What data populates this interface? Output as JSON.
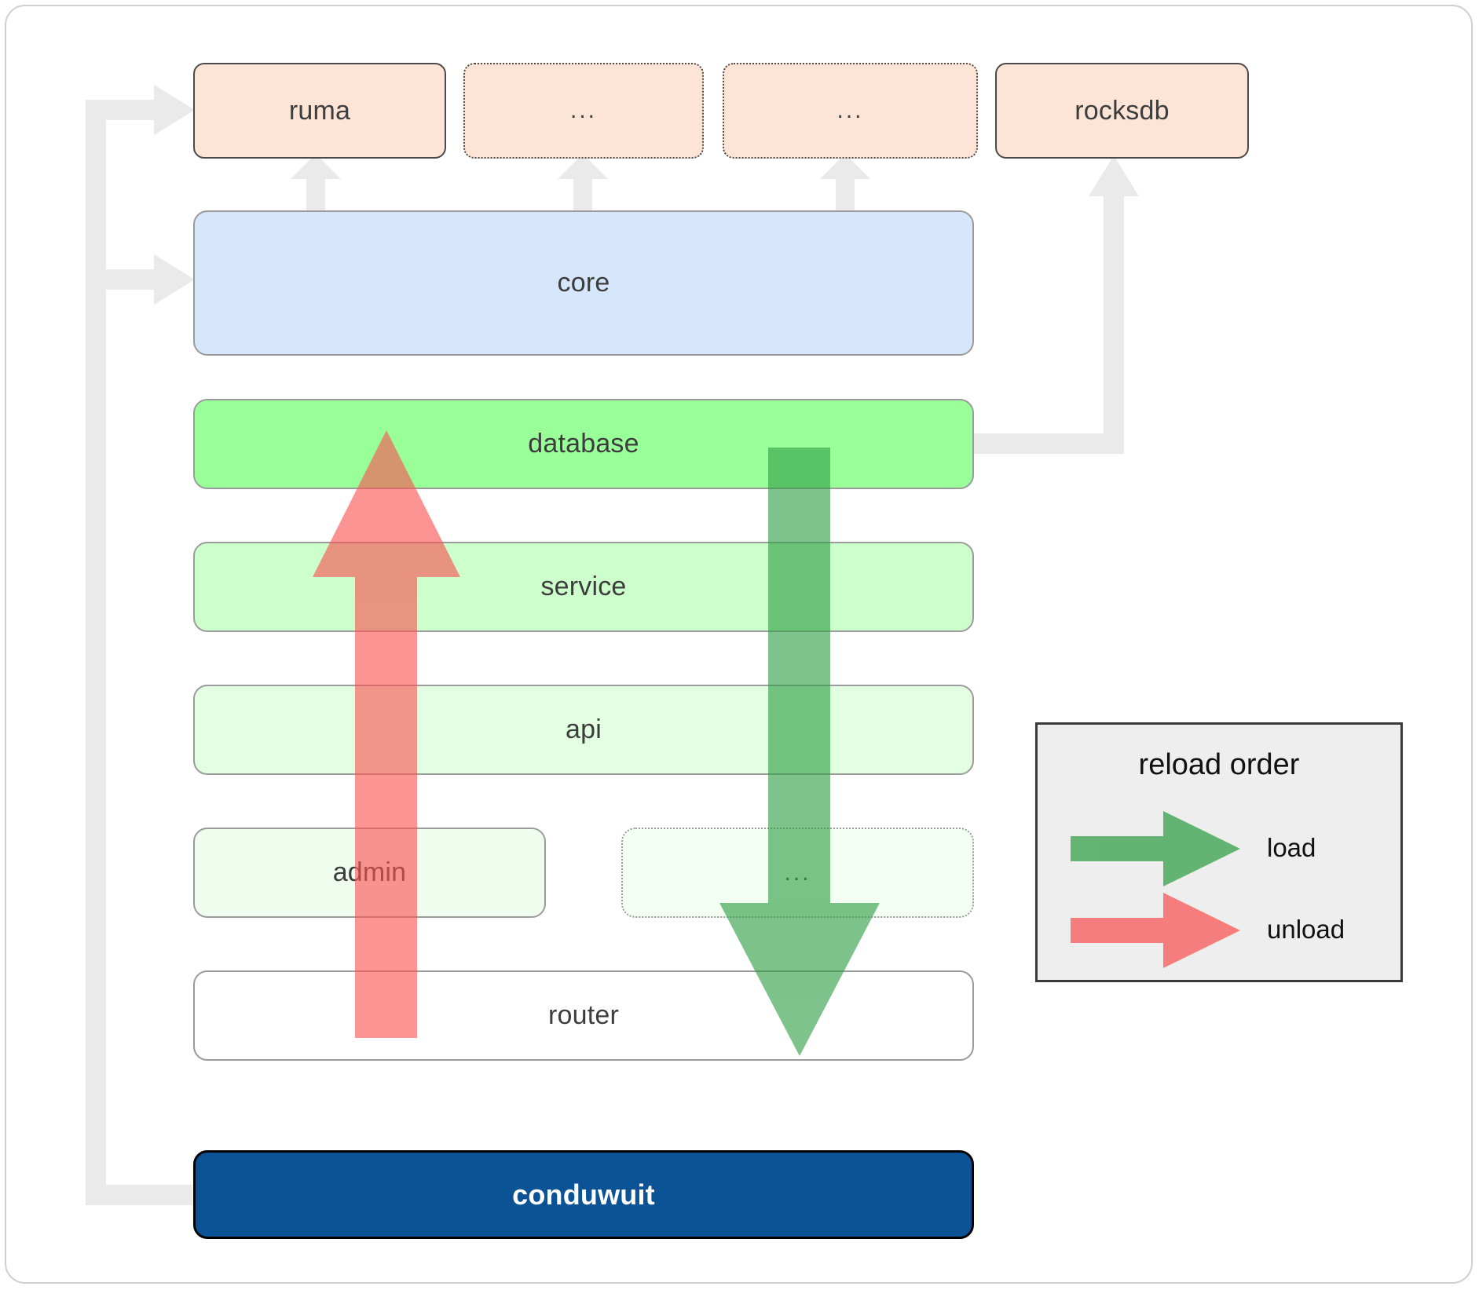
{
  "diagram": {
    "title": "conduwuit crate dependency and reload order diagram",
    "colors": {
      "dependency_fill": "#fce5d6",
      "dependency_stroke": "#4a4a4a",
      "core_fill": "#d6e6fb",
      "stack_stroke": "#9b9b9b",
      "database_fill": "#99ff99",
      "service_fill": "#ccffcc",
      "api_fill": "#e2ffe2",
      "admin_fill": "#effdef",
      "dots_fill": "#f2fff2",
      "router_fill": "#ffffff",
      "conduwuit_fill": "#0b5394",
      "connector": "#eaeaea",
      "load_arrow": "#52a352",
      "unload_arrow": "#fa8484",
      "legend_fill": "#eeeeee",
      "legend_stroke": "#3a3a3a",
      "frame_stroke": "#cfcfcf"
    },
    "dependencies": [
      {
        "label": "ruma",
        "style": "solid"
      },
      {
        "label": "...",
        "style": "dotted"
      },
      {
        "label": "...",
        "style": "dotted"
      },
      {
        "label": "rocksdb",
        "style": "solid"
      }
    ],
    "core": {
      "label": "core"
    },
    "stack": [
      {
        "label": "database",
        "style": "solid"
      },
      {
        "label": "service",
        "style": "solid"
      },
      {
        "label": "api",
        "style": "solid"
      },
      {
        "label": "admin",
        "style": "solid"
      },
      {
        "label": "...",
        "style": "dotted"
      },
      {
        "label": "router",
        "style": "solid"
      }
    ],
    "binary": {
      "label": "conduwuit"
    },
    "legend": {
      "title": "reload order",
      "items": [
        {
          "label": "load",
          "color": "#52a352",
          "direction": "down"
        },
        {
          "label": "unload",
          "color": "#fa8484",
          "direction": "up"
        }
      ]
    }
  }
}
